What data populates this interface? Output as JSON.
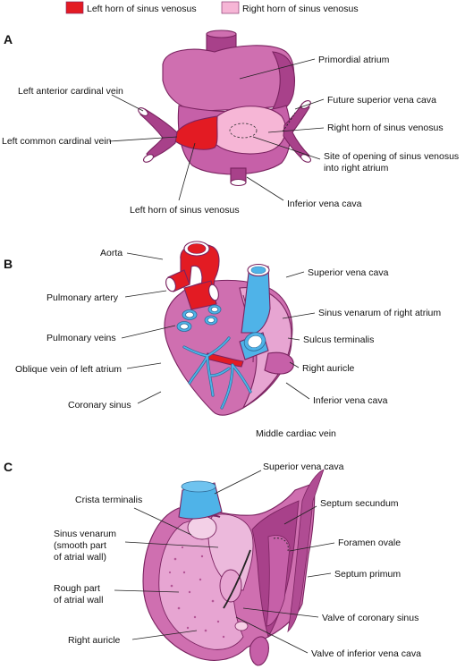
{
  "legend": {
    "left_horn": {
      "label": "Left horn of sinus venosus",
      "color": "#e31b23"
    },
    "right_horn": {
      "label": "Right horn of sinus venosus",
      "color": "#f6b6d6"
    }
  },
  "colors": {
    "heart": "#cf6fb0",
    "heart_dark": "#a8418a",
    "heart_light": "#e7a5d2",
    "vein_blue": "#4fb3e8",
    "artery_red": "#e31b23"
  },
  "panels": {
    "a": {
      "letter": "A",
      "labels": {
        "primordial_atrium": "Primordial atrium",
        "left_anterior_cardinal": "Left anterior cardinal vein",
        "future_svc": "Future superior vena cava",
        "right_horn": "Right horn of sinus venosus",
        "left_common_cardinal": "Left common cardinal vein",
        "site_opening_1": "Site of opening of sinus venosus",
        "site_opening_2": "into right atrium",
        "ivc": "Inferior vena cava",
        "left_horn": "Left horn of sinus venosus"
      }
    },
    "b": {
      "letter": "B",
      "labels": {
        "aorta": "Aorta",
        "svc": "Superior vena cava",
        "pulmonary_artery": "Pulmonary artery",
        "sinus_venarum": "Sinus venarum of right atrium",
        "pulmonary_veins": "Pulmonary veins",
        "sulcus_terminalis": "Sulcus terminalis",
        "oblique_vein": "Oblique vein of left atrium",
        "right_auricle": "Right auricle",
        "coronary_sinus": "Coronary sinus",
        "ivc": "Inferior vena cava",
        "middle_cardiac_vein": "Middle cardiac vein"
      }
    },
    "c": {
      "letter": "C",
      "labels": {
        "svc": "Superior vena cava",
        "crista_terminalis": "Crista terminalis",
        "septum_secundum": "Septum secundum",
        "sinus_venarum_1": "Sinus venarum",
        "sinus_venarum_2": "(smooth part",
        "sinus_venarum_3": "of atrial wall)",
        "foramen_ovale": "Foramen ovale",
        "septum_primum": "Septum primum",
        "rough_part_1": "Rough part",
        "rough_part_2": "of atrial wall",
        "valve_coronary_sinus": "Valve of coronary sinus",
        "right_auricle": "Right auricle",
        "valve_ivc": "Valve of inferior vena cava"
      }
    }
  }
}
